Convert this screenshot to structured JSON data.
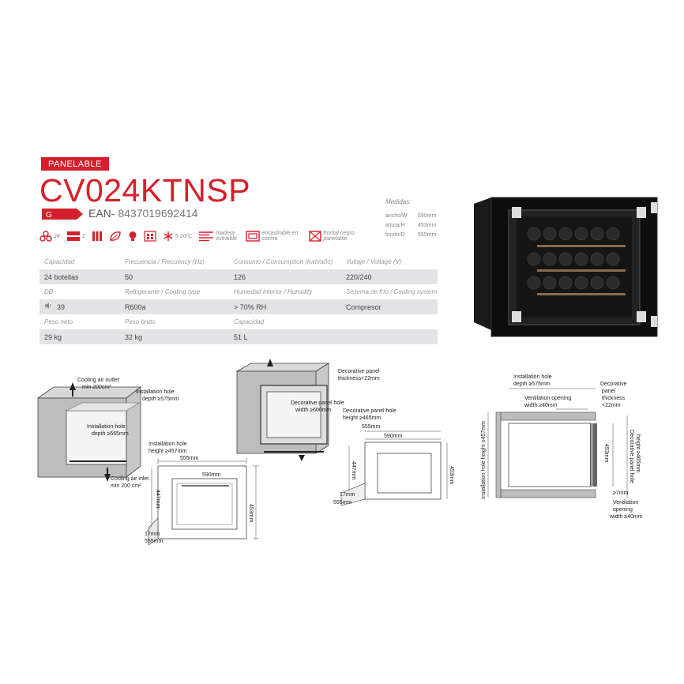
{
  "header": {
    "badge": "PANELABLE",
    "model": "CV024KTNSP",
    "energy_class": "G",
    "ean_label": "EAN-",
    "ean_value": "8437019692414"
  },
  "icons": [
    {
      "icon": "bottles-icon",
      "value": "24"
    },
    {
      "icon": "shelf-icon",
      "value": "1"
    },
    {
      "icon": "vent-icon",
      "value": ""
    },
    {
      "icon": "leaf-icon",
      "value": ""
    },
    {
      "icon": "bulb-icon",
      "value": ""
    },
    {
      "icon": "control-panel-icon",
      "value": ""
    },
    {
      "icon": "snowflake-icon",
      "value": "5-20ºC"
    },
    {
      "icon": "wood-shelves-icon",
      "value": "madera extraible"
    },
    {
      "icon": "built-in-icon",
      "value": "encastrable en cocina"
    },
    {
      "icon": "panel-icon",
      "value": "frontal negro panelable"
    }
  ],
  "specs": [
    {
      "labels": [
        "Capacidad",
        "Frecuencia / Frecuency (Hz)",
        "Consumo / Consumption (kwh/año)",
        "Voltaje / Voltage (V)"
      ],
      "values": [
        "24 botellas",
        "50",
        "126",
        "220/240"
      ]
    },
    {
      "labels": [
        "DB",
        "Refrigerante / Cooling type",
        "Humedad interior / Humidity",
        "Sistema de frío / Cooling system"
      ],
      "values": [
        "39",
        "R600a",
        "> 70% RH",
        "Compresor"
      ]
    },
    {
      "labels": [
        "Peso neto",
        "Peso bruto",
        "Capacidad",
        ""
      ],
      "values": [
        "29 kg",
        "32 kg",
        "51 L",
        ""
      ]
    }
  ],
  "medidas": {
    "title": "Medidas:",
    "rows": [
      {
        "label": "ancho/W",
        "value": "590mm"
      },
      {
        "label": "altura/H",
        "value": "453mm"
      },
      {
        "label": "fondo/D",
        "value": "555mm"
      }
    ]
  },
  "diagram1": {
    "cooling_outlet": "Cooling air outlet",
    "cooling_outlet_2": "min 200cm²",
    "hole_depth": "Installation hole",
    "hole_depth_2": "depth ≥575mm",
    "hole_depth_inner": "Installation hole",
    "hole_depth_inner_2": "depth ≥565mm",
    "hole_height": "Installation hole",
    "hole_height_2": "height ≥457mm",
    "cooling_inlet": "Cooling air inlet",
    "cooling_inlet_2": "min 200 cm²",
    "w590": "590mm",
    "w555": "555mm",
    "h453": "453mm",
    "h447": "447mm",
    "d555": "555mm",
    "d17": "17mm"
  },
  "diagram2": {
    "deco_thickness": "Decorative panel",
    "deco_thickness_2": "thickness<22mm",
    "deco_width": "Decorative panel hole",
    "deco_width_2": "width ≥600mm",
    "deco_height": "Decorative panel hole",
    "deco_height_2": "height ≥465mm",
    "w555": "555mm",
    "w590": "590mm",
    "h453": "453mm",
    "h447": "447mm",
    "d555": "555mm",
    "d17": "17mm"
  },
  "diagram3": {
    "hole_depth": "Installation hole",
    "hole_depth_2": "depth ≥575mm",
    "vent_top": "Ventilation opening",
    "vent_top_2": "width ≥40mm",
    "deco": "Decorative",
    "deco_2": "panel",
    "deco_3": "thickness",
    "deco_4": "<22mm",
    "hole_height": "Installation hole height ≥457mm",
    "h453": "453mm",
    "panel_height": "Decorative panel hole",
    "panel_height_2": "height ≥465mm",
    "gap": "≥7mm",
    "vent_bottom": "Ventilation",
    "vent_bottom_2": "opening",
    "vent_bottom_3": "width ≥40mm"
  }
}
